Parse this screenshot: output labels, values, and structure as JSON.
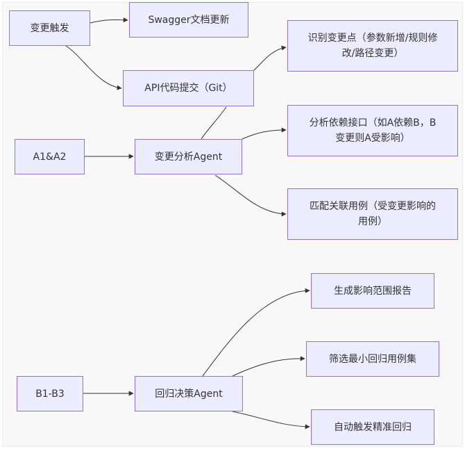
{
  "nodes": {
    "change_trigger": "变更触发",
    "swagger_update": "Swagger文档更新",
    "api_commit": "API代码提交（Git）",
    "identify_changes": "识别变更点（参数新增/规则修改/路径变更）",
    "a1_a2": "A1&A2",
    "change_analysis_agent": "变更分析Agent",
    "analyze_dependencies": "分析依赖接口（如A依赖B，B变更则A受影响）",
    "match_test_cases": "匹配关联用例（受变更影响的用例）",
    "b1_b3": "B1-B3",
    "regression_decision_agent": "回归决策Agent",
    "generate_report": "生成影响范围报告",
    "select_minimal_set": "筛选最小回归用例集",
    "auto_trigger_regression": "自动触发精准回归"
  },
  "colors": {
    "node_fill": "#ececff",
    "node_border": "#9370db",
    "edge": "#333333",
    "canvas": "#f8f8f8"
  }
}
